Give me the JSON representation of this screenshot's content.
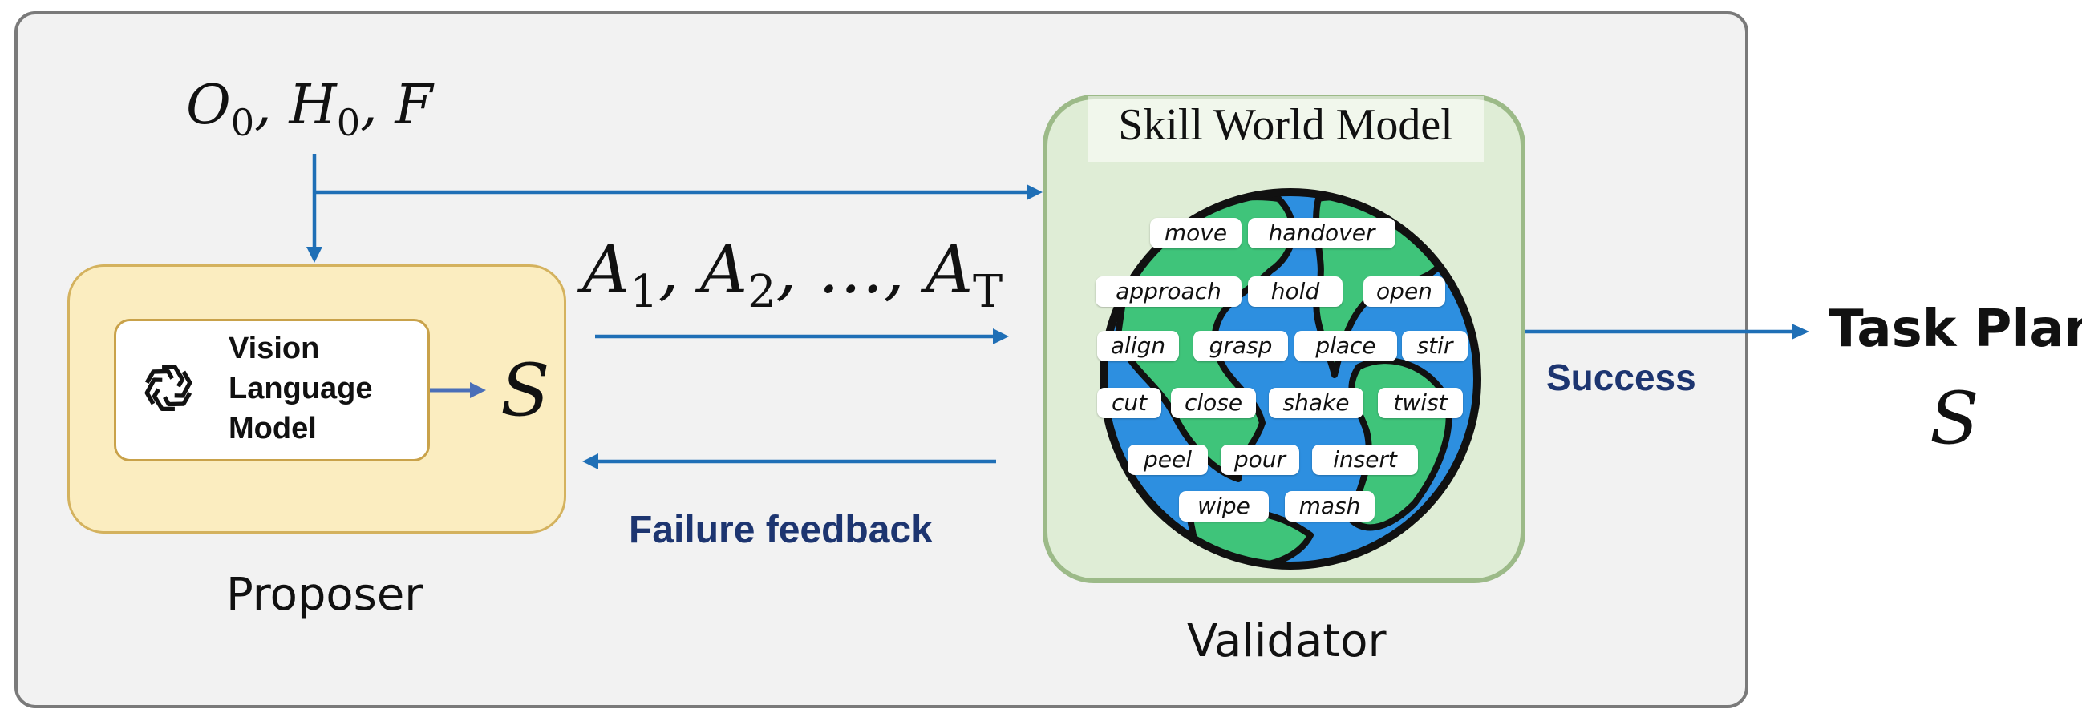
{
  "inputs": {
    "o": "O",
    "o_sub": "0",
    "h": "H",
    "h_sub": "0",
    "f": "F"
  },
  "actions": {
    "a1": "A",
    "a1_sub": "1",
    "a2": "A",
    "a2_sub": "2",
    "dots": "…",
    "at": "A",
    "at_sub": "T"
  },
  "proposer": {
    "vlm_lines": [
      "Vision",
      "Language",
      "Model"
    ],
    "output_symbol": "S",
    "caption": "Proposer"
  },
  "validator": {
    "title": "Skill World Model",
    "caption": "Validator",
    "skills": [
      "move",
      "handover",
      "approach",
      "hold",
      "open",
      "align",
      "grasp",
      "place",
      "stir",
      "cut",
      "close",
      "shake",
      "twist",
      "peel",
      "pour",
      "insert",
      "wipe",
      "mash"
    ]
  },
  "edges": {
    "success": "Success",
    "failure": "Failure feedback"
  },
  "output": {
    "label": "Task Plan",
    "symbol": "S"
  },
  "colors": {
    "arrow": "#1f6fb6",
    "label_blue": "#1d3570",
    "proposer_fill": "#fbedc0",
    "validator_fill": "#dfedd6",
    "ocean": "#2d8fe0",
    "land": "#3fc47a"
  },
  "icons": [
    "openai-logo-icon",
    "earth-globe-icon"
  ]
}
